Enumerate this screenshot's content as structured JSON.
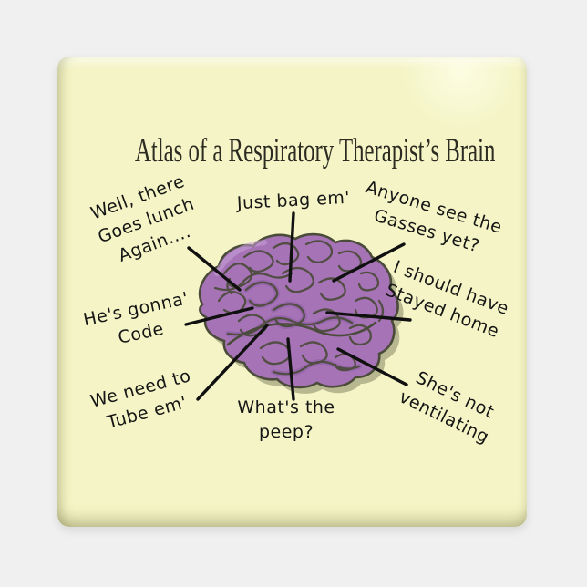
{
  "product": {
    "title": "Atlas of a Respiratory Therapist’s Brain",
    "description": "Humorous labeled diagram of a purple brain on a pale-yellow square magnet"
  },
  "labels": [
    {
      "id": "well-there",
      "lines": [
        "Well, there",
        "Goes lunch",
        "Again...."
      ]
    },
    {
      "id": "just-bag",
      "lines": [
        "Just bag em'"
      ]
    },
    {
      "id": "anyone-see",
      "lines": [
        "Anyone see the",
        "Gasses yet?"
      ]
    },
    {
      "id": "hes-gonna",
      "lines": [
        "He's gonna'",
        "Code"
      ]
    },
    {
      "id": "i-should",
      "lines": [
        "I should have",
        "Stayed home"
      ]
    },
    {
      "id": "we-need",
      "lines": [
        "We need to",
        "Tube em'"
      ]
    },
    {
      "id": "whats-the",
      "lines": [
        "What's the",
        "peep?"
      ]
    },
    {
      "id": "shes-not",
      "lines": [
        "She's not",
        "ventilating"
      ]
    }
  ],
  "colors": {
    "page-bg": "#f0f0f0",
    "tile": "#f4f4c6",
    "title-ink": "#2b2b21",
    "label-ink": "#151515",
    "pointer": "#101010",
    "brain-fill": "#a673b7",
    "brain-fill-dark": "#8e5fa4",
    "brain-outline": "#4b4b3a",
    "brain-shadow": "#6e6e4e",
    "brain-highlight": "#c9a2d8"
  }
}
